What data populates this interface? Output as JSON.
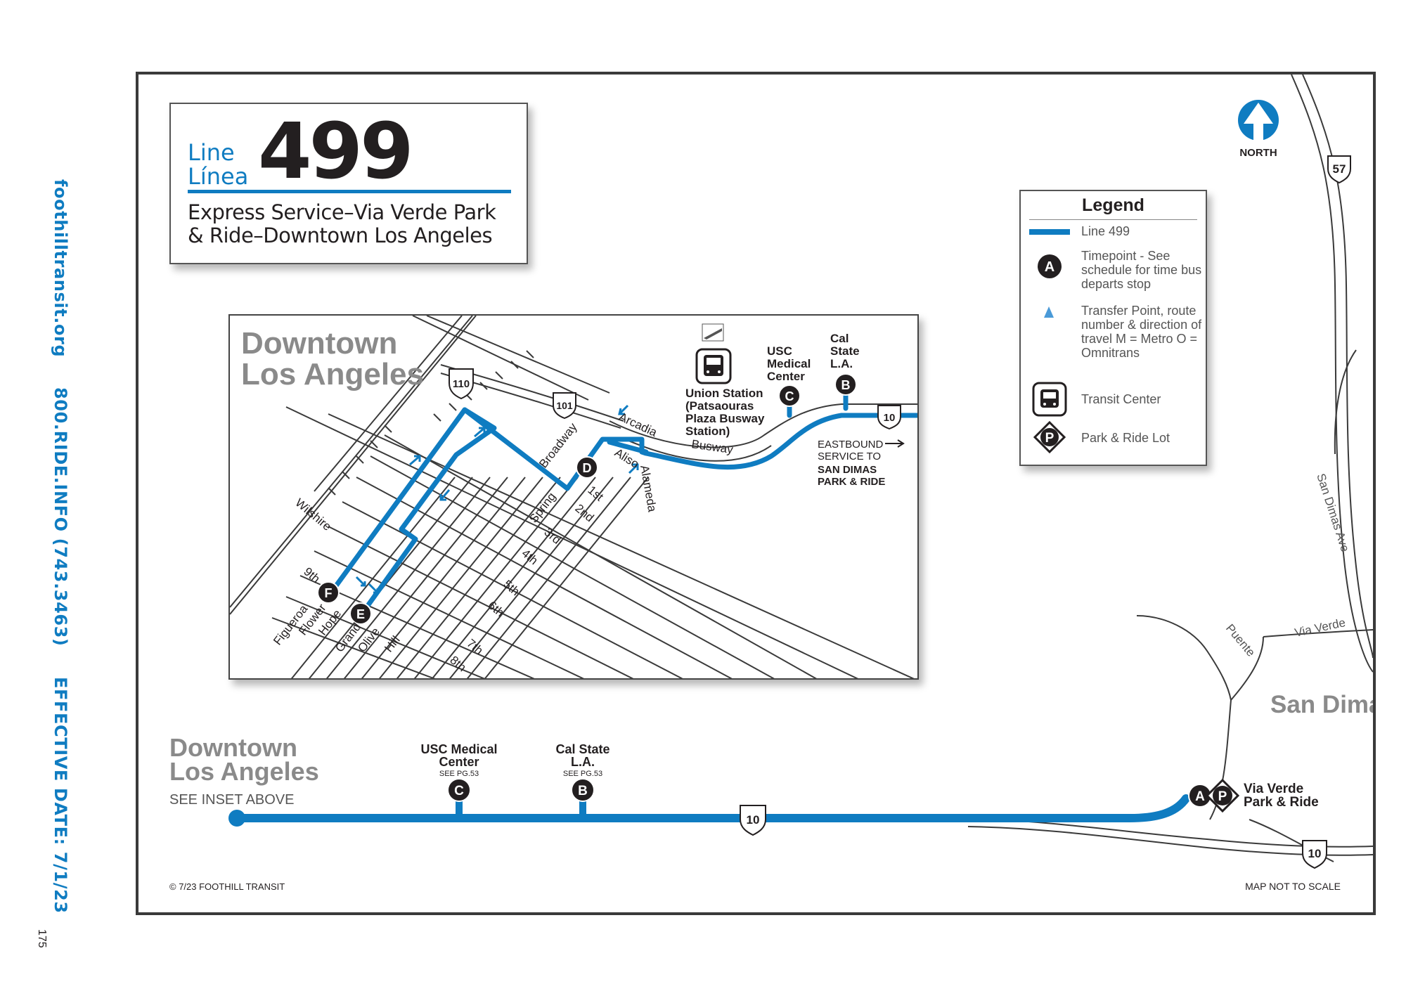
{
  "sidebar": {
    "website": "foothilltransit.org",
    "phone": "800.RIDE.INFO (743.3463)",
    "effective": "EFFECTIVE DATE: 7/1/23"
  },
  "page_number": "175",
  "title_box": {
    "line_en": "Line",
    "line_es": "Línea",
    "route_number": "499",
    "description_line1": "Express Service–Via Verde Park",
    "description_line2": "& Ride–Downtown Los Angeles"
  },
  "north_label": "NORTH",
  "legend": {
    "title": "Legend",
    "items": [
      {
        "symbol": "blue-line",
        "label": "Line 499"
      },
      {
        "symbol": "A",
        "label": "Timepoint - See schedule for time bus departs stop"
      },
      {
        "symbol": "triangle",
        "label": "Transfer Point, route number & direction of travel M = Metro O = Omnitrans"
      },
      {
        "symbol": "bus",
        "label": "Transit Center"
      },
      {
        "symbol": "P",
        "label": "Park & Ride Lot"
      }
    ]
  },
  "inset": {
    "title_line1": "Downtown",
    "title_line2": "Los Angeles",
    "freeway_110": "110",
    "freeway_101": "101",
    "freeway_10": "10",
    "streets": {
      "wilshire": "Wilshire",
      "broadway": "Broadway",
      "arcadia": "Arcadia",
      "aliso": "Aliso",
      "alameda": "Alameda",
      "first": "1st",
      "second": "2nd",
      "third": "3rd",
      "fourth": "4th",
      "fifth": "5th",
      "sixth": "6th",
      "seventh": "7th",
      "eighth": "8th",
      "ninth": "9th",
      "spring": "Spring",
      "figueroa": "Figueroa",
      "flower": "Flower",
      "hope": "Hope",
      "grand": "Grand",
      "olive": "Olive",
      "hill": "Hill",
      "busway": "Busway"
    },
    "union_station": [
      "Union Station",
      "(Patsaouras",
      "Plaza Busway",
      "Station)"
    ],
    "usc_label": [
      "USC",
      "Medical",
      "Center"
    ],
    "calstate_label": [
      "Cal",
      "State",
      "L.A."
    ],
    "eastbound": [
      "EASTBOUND",
      "SERVICE TO",
      "SAN DIMAS",
      "PARK & RIDE"
    ],
    "timepoints": [
      "C",
      "B",
      "D",
      "F",
      "E"
    ]
  },
  "main_map": {
    "downtown_line1": "Downtown",
    "downtown_line2": "Los Angeles",
    "see_inset": "SEE INSET ABOVE",
    "usc_line1": "USC Medical",
    "usc_line2": "Center",
    "usc_ref": "SEE PG.53",
    "calstate_line1": "Cal State",
    "calstate_line2": "L.A.",
    "calstate_ref": "SEE PG.53",
    "freeway_10": "10",
    "freeway_57": "57",
    "san_dimas": "San Dimas",
    "san_dimas_ave": "San Dimas Ave",
    "via_verde": "Via Verde",
    "puente": "Puente",
    "park_ride_line1": "Via Verde",
    "park_ride_line2": "Park & Ride",
    "timepoints": [
      "C",
      "B",
      "A",
      "P"
    ],
    "copyright": "© 7/23 FOOTHILL TRANSIT",
    "not_to_scale": "MAP NOT TO SCALE"
  },
  "colors": {
    "route": "#0f7cc1",
    "text": "#231f20",
    "street": "#3a3a3a",
    "gray_label": "#8a8a8a"
  }
}
